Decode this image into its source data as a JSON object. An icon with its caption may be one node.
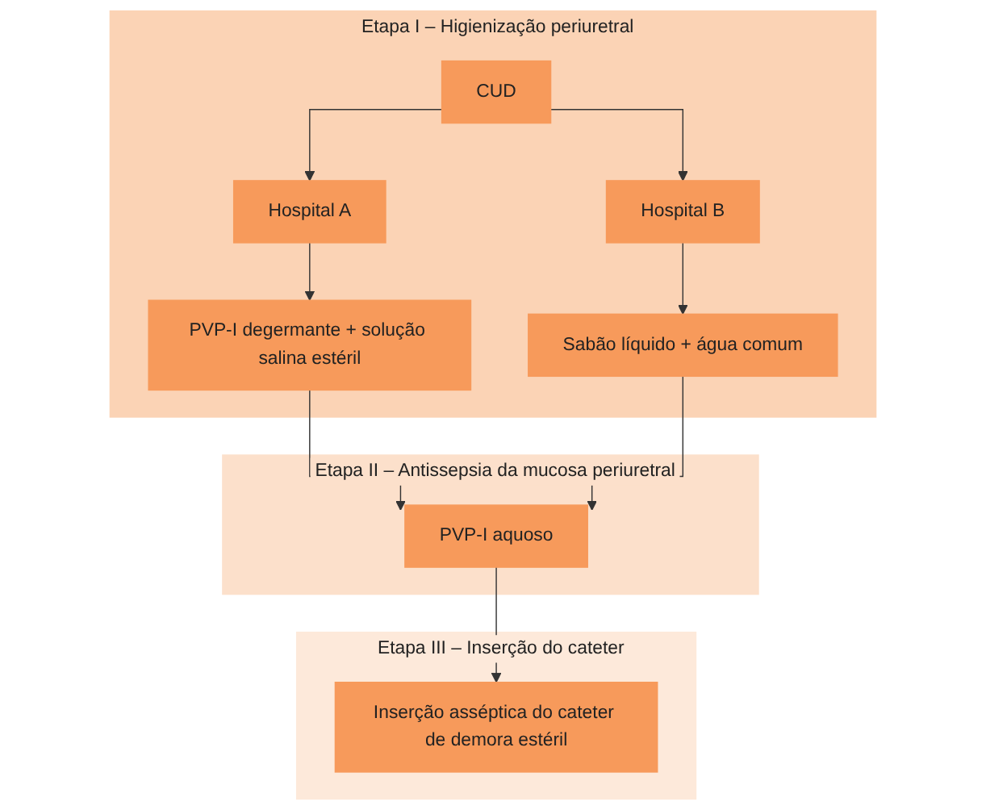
{
  "diagram": {
    "nodes": [
      {
        "text": [
          "Etapa I – Higienização periuretral"
        ]
      },
      {
        "text": [
          "CUD"
        ],
        "in": 0
      },
      {
        "text": [
          "Hospital A"
        ],
        "in": 0
      },
      {
        "text": [
          "Hospital B"
        ],
        "in": 0
      },
      {
        "text": [
          "PVP-I degermante + solução salina estéril"
        ],
        "in": 0
      },
      {
        "text": [
          "Sabão líquido + água comum"
        ],
        "in": 0
      },
      {
        "text": [
          "Etapa II – Antissepsia da mucosa periuretral"
        ]
      },
      {
        "text": [
          "PVP-I aquoso"
        ],
        "in": 6
      },
      {
        "text": [
          "Etapa III – Inserção do cateter"
        ]
      },
      {
        "text": [
          "Inserção asséptica do cateter de demora estéril"
        ],
        "in": 8
      }
    ],
    "edges": [
      {
        "from": 1,
        "to": 2,
        "arrow": "to"
      },
      {
        "from": 1,
        "to": 3,
        "arrow": "to"
      },
      {
        "from": 2,
        "to": 4,
        "arrow": "to"
      },
      {
        "from": 3,
        "to": 5,
        "arrow": "to"
      },
      {
        "from": 4,
        "to": 7,
        "arrow": "to"
      },
      {
        "from": 5,
        "to": 7,
        "arrow": "to"
      },
      {
        "from": 7,
        "to": 9,
        "arrow": "to"
      }
    ]
  }
}
